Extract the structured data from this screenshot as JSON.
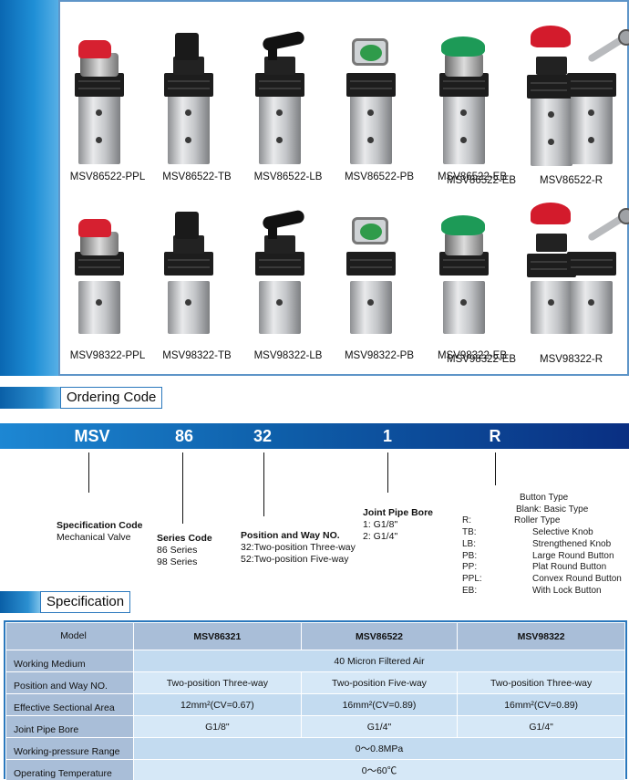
{
  "catalog": {
    "row1": [
      "MSV86522-PPL",
      "MSV86522-TB",
      "MSV86522-LB",
      "MSV86522-PB",
      "MSV86522-EB",
      "MSV86522-R"
    ],
    "row2": [
      "MSV98322-PPL",
      "MSV98322-TB",
      "MSV98322-LB",
      "MSV98322-PB",
      "MSV98322-EB",
      "MSV98322-R"
    ]
  },
  "ordering": {
    "section_title": "Ordering Code",
    "code_parts": [
      "MSV",
      "86",
      "32",
      "1",
      "R"
    ],
    "spec_code": {
      "head": "Specification Code",
      "lines": [
        "Mechanical Valve"
      ]
    },
    "series_code": {
      "head": "Series Code",
      "lines": [
        "86 Series",
        "98 Series"
      ]
    },
    "position_way": {
      "head": "Position and Way  NO.",
      "lines": [
        "32:Two-position  Three-way",
        "52:Two-position  Five-way"
      ]
    },
    "joint_bore": {
      "head": "Joint Pipe Bore",
      "lines": [
        "1:  G1/8\"",
        "2: G1/4\""
      ]
    },
    "button_type": {
      "title": "Button Type",
      "blank": "Blank: Basic Type",
      "roller_code": "R:",
      "roller_label": "Roller Type",
      "rows": [
        {
          "code": "TB:",
          "label": "Selective Knob"
        },
        {
          "code": "LB:",
          "label": "Strengthened Knob"
        },
        {
          "code": "PB:",
          "label": "Large Round Button"
        },
        {
          "code": "PP:",
          "label": "Plat Round Button"
        },
        {
          "code": "PPL:",
          "label": "Convex Round Button"
        },
        {
          "code": "EB:",
          "label": "With Lock Button"
        }
      ]
    }
  },
  "specification": {
    "section_title": "Specification",
    "header": {
      "model": "Model",
      "c1": "MSV86321",
      "c2": "MSV86522",
      "c3": "MSV98322"
    },
    "rows": {
      "medium": {
        "label": "Working Medium",
        "value": "40 Micron Filtered Air"
      },
      "position": {
        "label": "Position and Way NO.",
        "c1": "Two-position Three-way",
        "c2": "Two-position Five-way",
        "c3": "Two-position Three-way"
      },
      "area": {
        "label": "Effective Sectional Area",
        "c1": "12mm²(CV=0.67)",
        "c2": "16mm²(CV=0.89)",
        "c3": "16mm²(CV=0.89)"
      },
      "bore": {
        "label": "Joint Pipe Bore",
        "c1": "G1/8\"",
        "c2": "G1/4\"",
        "c3": "G1/4\""
      },
      "pressure": {
        "label": "Working-pressure Range",
        "value": "0～0.8MPa"
      },
      "temperature": {
        "label": "Operating Temperature",
        "value": "0～60℃"
      }
    }
  },
  "colors": {
    "accent_blue": "#1f8fd6",
    "table_head": "#a9bed8",
    "table_cell": "#d6e8f7",
    "cap_red": "#d62030",
    "cap_green": "#1d9a57"
  }
}
